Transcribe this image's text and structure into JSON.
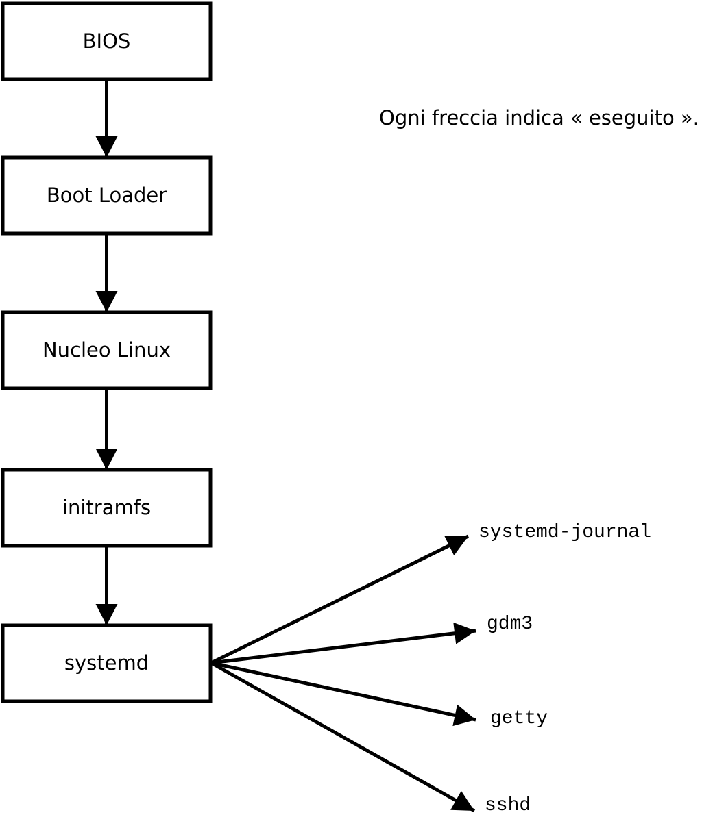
{
  "diagram": {
    "title": "linux-boot-sequence",
    "note": "Ogni freccia indica « eseguito ».",
    "boxes": [
      {
        "id": "bios",
        "label": "BIOS"
      },
      {
        "id": "bootloader",
        "label": "Boot Loader"
      },
      {
        "id": "kernel",
        "label": "Nucleo Linux"
      },
      {
        "id": "initramfs",
        "label": "initramfs"
      },
      {
        "id": "systemd",
        "label": "systemd"
      }
    ],
    "services": [
      {
        "id": "systemd-journal",
        "label": "systemd-journal"
      },
      {
        "id": "gdm3",
        "label": "gdm3"
      },
      {
        "id": "getty",
        "label": "getty"
      },
      {
        "id": "sshd",
        "label": "sshd"
      }
    ],
    "colors": {
      "stroke": "#000000",
      "background": "#ffffff",
      "box_fill": "#ffffff"
    }
  }
}
